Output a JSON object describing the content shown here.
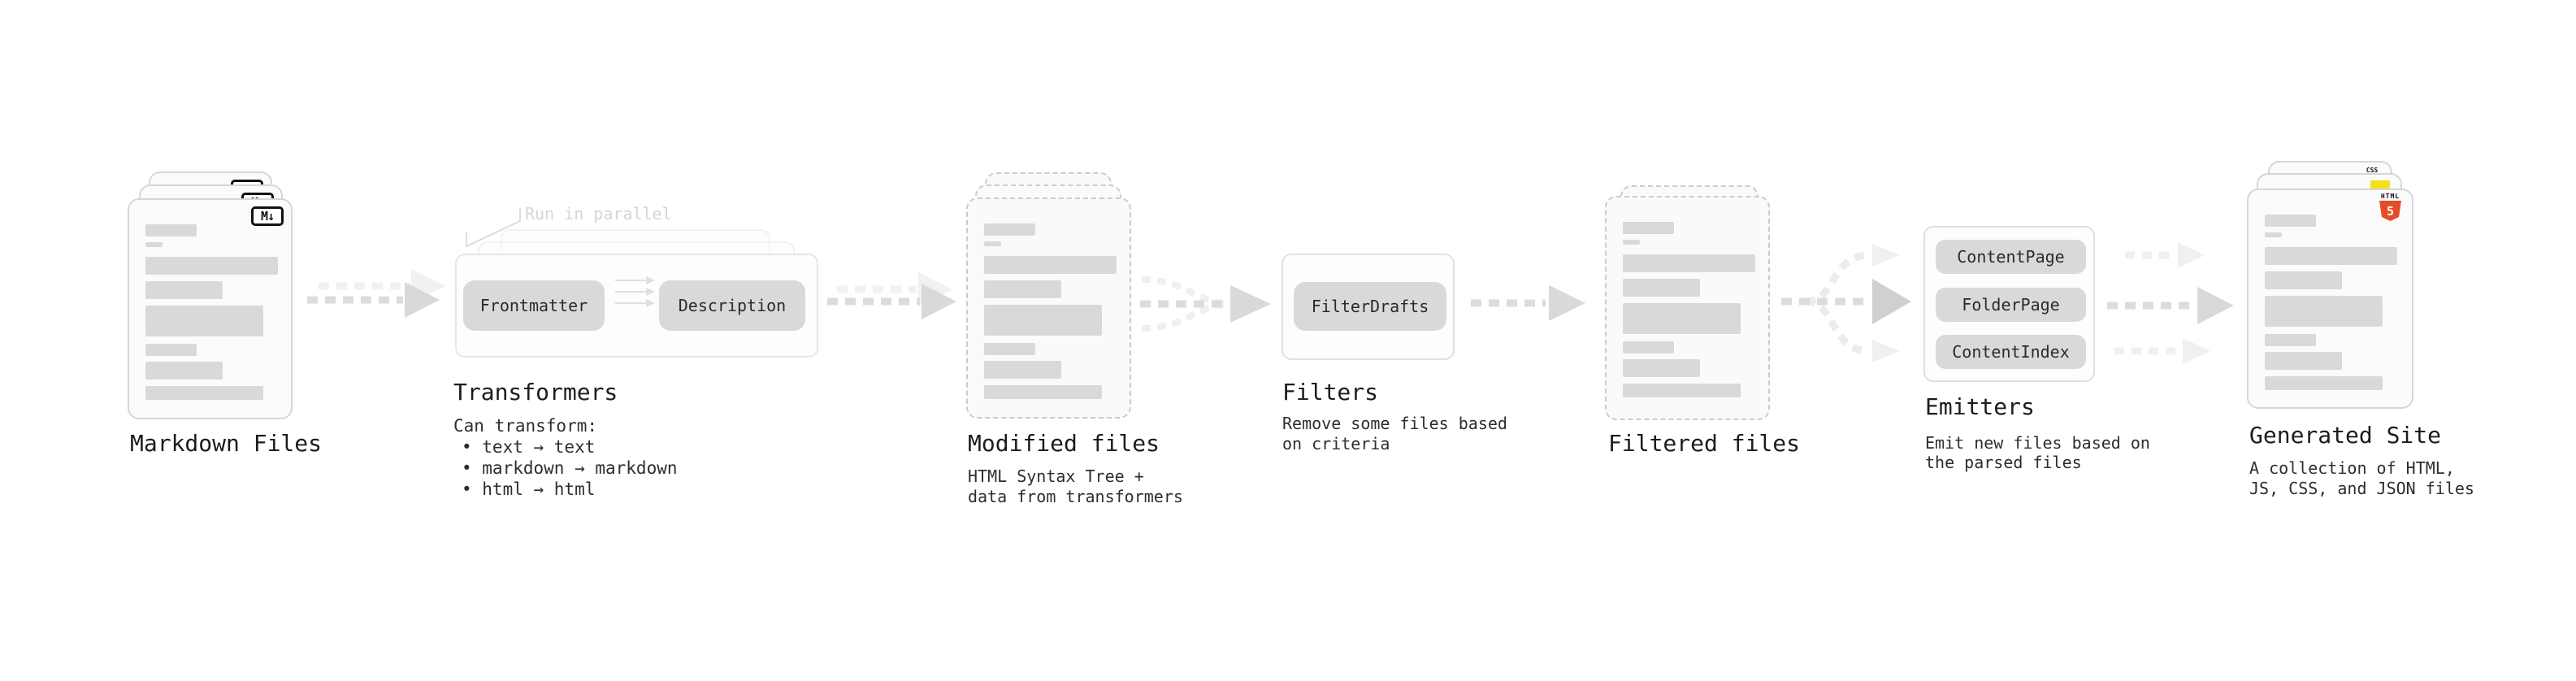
{
  "sections": {
    "markdown": {
      "title": "Markdown Files",
      "badge": "M↓"
    },
    "transformers": {
      "annotation": "Run in parallel",
      "pill_left": "Frontmatter",
      "pill_right": "Description",
      "title": "Transformers",
      "desc_heading": "Can transform:",
      "bullets": [
        "• text → text",
        "• markdown → markdown",
        "• html → html"
      ]
    },
    "modified": {
      "title": "Modified files",
      "desc": [
        "HTML Syntax Tree +",
        "data from transformers"
      ]
    },
    "filters": {
      "title": "Filters",
      "pill": "FilterDrafts",
      "desc": [
        "Remove some files based",
        "on criteria"
      ]
    },
    "filtered": {
      "title": "Filtered files"
    },
    "emitters": {
      "title": "Emitters",
      "pills": [
        "ContentPage",
        "FolderPage",
        "ContentIndex"
      ],
      "desc": [
        "Emit new files based on",
        "the parsed files"
      ]
    },
    "generated": {
      "title": "Generated Site",
      "desc": [
        "A collection of HTML,",
        "JS, CSS, and JSON files"
      ],
      "badges": {
        "css_label": "CSS",
        "html_label": "HTML",
        "html_number": "5"
      }
    }
  },
  "colors": {
    "ink": "#1c1c1c",
    "placeholder_bar": "#d9d9d9",
    "pill_bg": "#d9d9d9",
    "arrow": "#d9d9d9",
    "arrow_faint": "#f0f0f0",
    "html5_orange": "#e44d26",
    "js_yellow": "#f7df1e",
    "css_blue": "#2b66f6",
    "annotation_gray": "#d6d6d6"
  }
}
